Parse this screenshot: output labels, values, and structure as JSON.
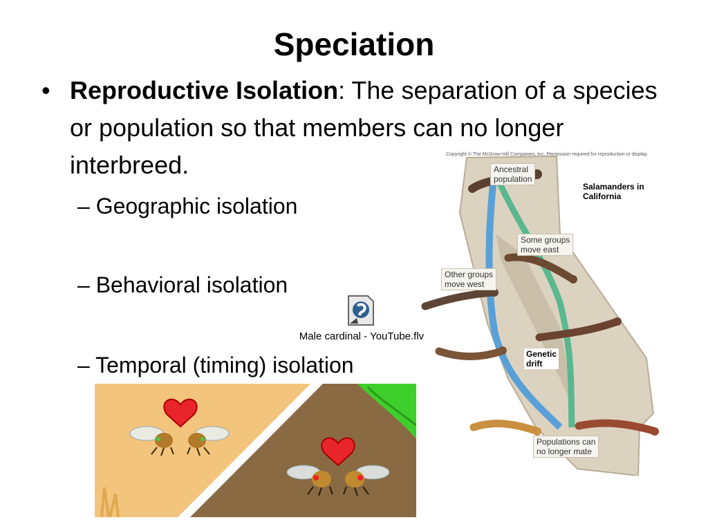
{
  "slide": {
    "title": "Speciation",
    "bullet": {
      "term": "Reproductive Isolation",
      "definition": ":  The separation of a species or population so that members can no longer interbreed."
    },
    "sub_items": [
      "– Geographic isolation",
      "– Behavioral isolation",
      "– Temporal (timing) isolation"
    ],
    "media": {
      "filename": "Male cardinal - YouTube.flv",
      "icon": "media-file-icon"
    }
  },
  "figure": {
    "copyright": "Copyright © The McGraw-Hill Companies, Inc. Permission required for reproduction or display.",
    "title": "Salamanders in\n California",
    "labels": {
      "ancestral": "Ancestral\npopulation",
      "east": "Some groups\nmove east",
      "west": "Other groups\nmove west",
      "drift": "Genetic\ndrift",
      "end": "Populations can\nno longer mate"
    }
  },
  "colors": {
    "heart": "#e8252a",
    "sand": "#f2c47c",
    "soil": "#8a6a42",
    "leaf": "#3fcf2c",
    "map": "#dcd2c0"
  }
}
